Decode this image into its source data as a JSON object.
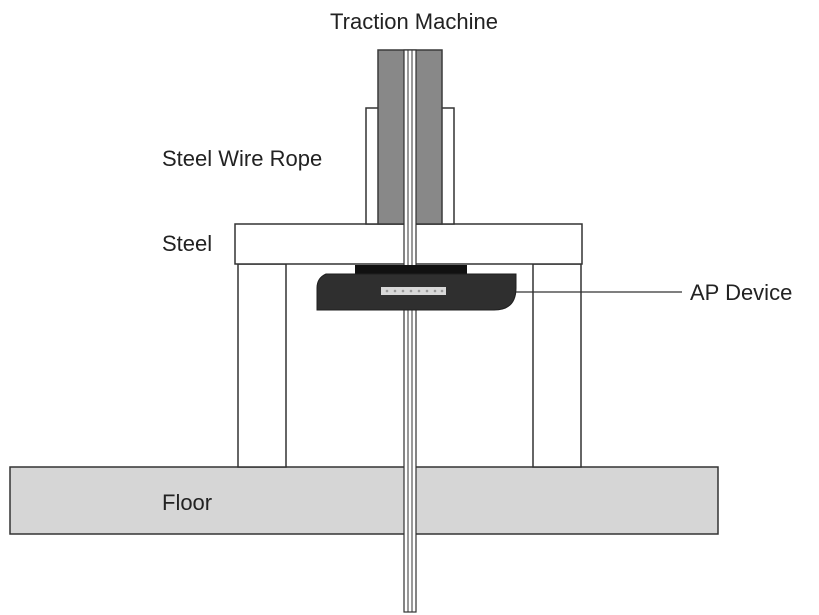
{
  "labels": {
    "traction_machine": "Traction Machine",
    "steel_wire_rope": "Steel Wire Rope",
    "steel": "Steel",
    "ap_device": "AP Device",
    "floor": "Floor"
  },
  "colors": {
    "machine": "#888888",
    "machine_stroke": "#3a3a3a",
    "floor": "#d6d6d6",
    "device": "#2f2f2f",
    "device_mount": "#111111",
    "device_led": "#d8d8d8",
    "line": "#333333"
  }
}
